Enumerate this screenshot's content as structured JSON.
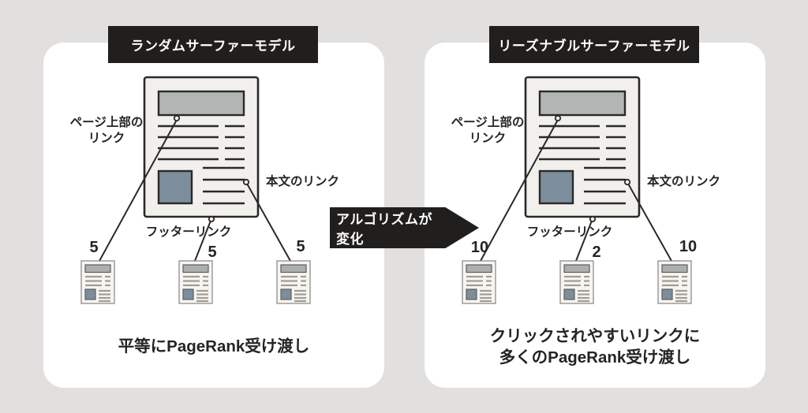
{
  "colors": {
    "background": "#e1e0df",
    "panel": "#ffffff",
    "accent_black": "#211f1e",
    "page_fill": "#f2f0ed",
    "page_stroke": "#2b2927",
    "header_bar_gray": "#b1b6b5",
    "image_block_blue_gray": "#7c8e9b",
    "mini_line_gray": "#a39c93",
    "text": "#262422"
  },
  "arrow_label": "アルゴリズムが変化",
  "panels": [
    {
      "title": "ランダムサーファーモデル",
      "top_link_label_line1": "ページ上部の",
      "top_link_label_line2": "リンク",
      "body_link_label": "本文のリンク",
      "footer_link_label": "フッターリンク",
      "values": {
        "left": "5",
        "middle": "5",
        "right": "5"
      },
      "caption": "平等にPageRank受け渡し"
    },
    {
      "title": "リーズナブルサーファーモデル",
      "top_link_label_line1": "ページ上部の",
      "top_link_label_line2": "リンク",
      "body_link_label": "本文のリンク",
      "footer_link_label": "フッターリンク",
      "values": {
        "left": "10",
        "middle": "2",
        "right": "10"
      },
      "caption": "クリックされやすいリンクに\n多くのPageRank受け渡し"
    }
  ]
}
